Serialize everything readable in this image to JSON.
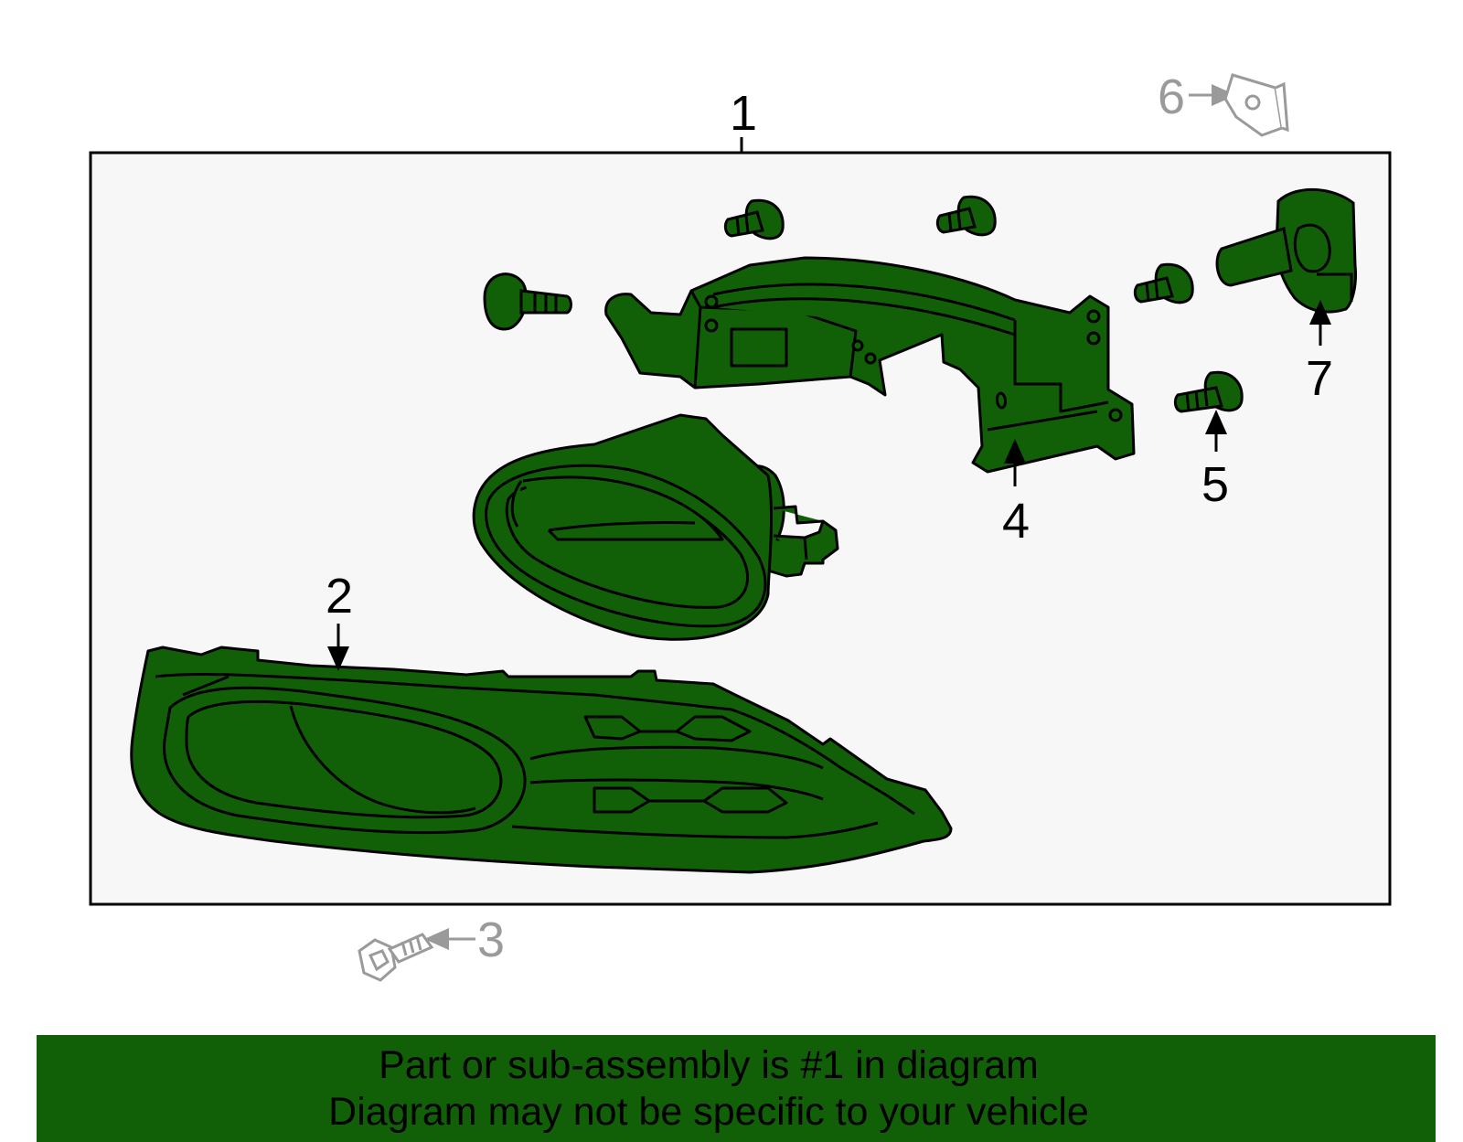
{
  "callouts": {
    "c1": "1",
    "c2": "2",
    "c3": "3",
    "c4": "4",
    "c5": "5",
    "c6": "6",
    "c7": "7"
  },
  "caption": {
    "line1": "Part or sub-assembly is #1 in diagram",
    "line2": "Diagram may not be specific to your vehicle"
  },
  "colors": {
    "part_fill": "#116008",
    "outline": "#000000",
    "box_fill": "#f7f7f7",
    "grey_parts": "#9a9a9a",
    "banner": "#116008"
  },
  "icons": [
    "bolt-icon",
    "clip-nut-icon",
    "screw-icon",
    "bulb-icon",
    "bracket-icon",
    "fog-lamp-icon",
    "bezel-icon"
  ]
}
